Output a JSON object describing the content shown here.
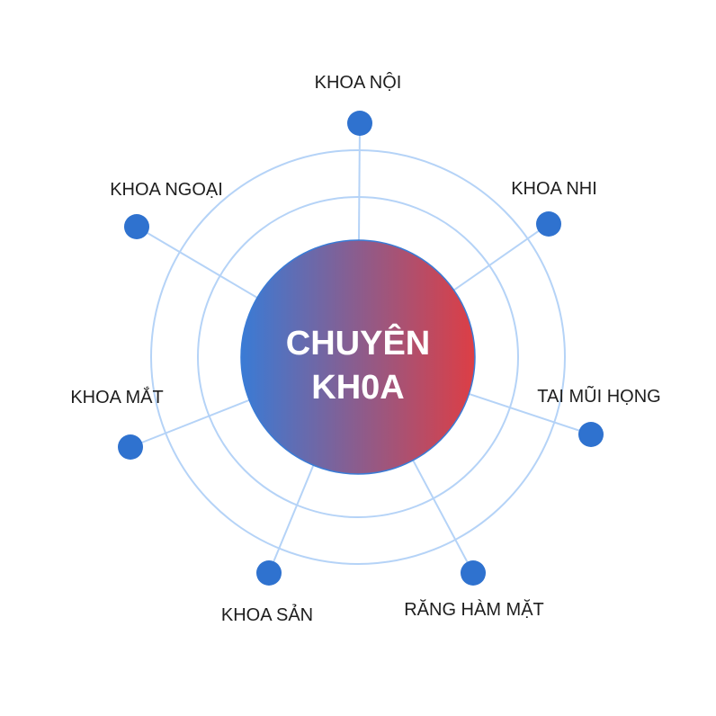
{
  "center": {
    "line1": "CHUYÊN",
    "line2": "KH0A"
  },
  "departments": [
    {
      "label": "KHOA NỘI"
    },
    {
      "label": "KHOA NHI"
    },
    {
      "label": "TAI MŨI HỌNG"
    },
    {
      "label": "RĂNG HÀM MẶT"
    },
    {
      "label": "KHOA SẢN"
    },
    {
      "label": "KHOA MẮT"
    },
    {
      "label": "KHOA NGOẠI"
    }
  ],
  "colors": {
    "node": "#2f72cf",
    "ring": "#b5d3f7",
    "gradient_start": "#3a7bd5",
    "gradient_end": "#dd3e45"
  }
}
